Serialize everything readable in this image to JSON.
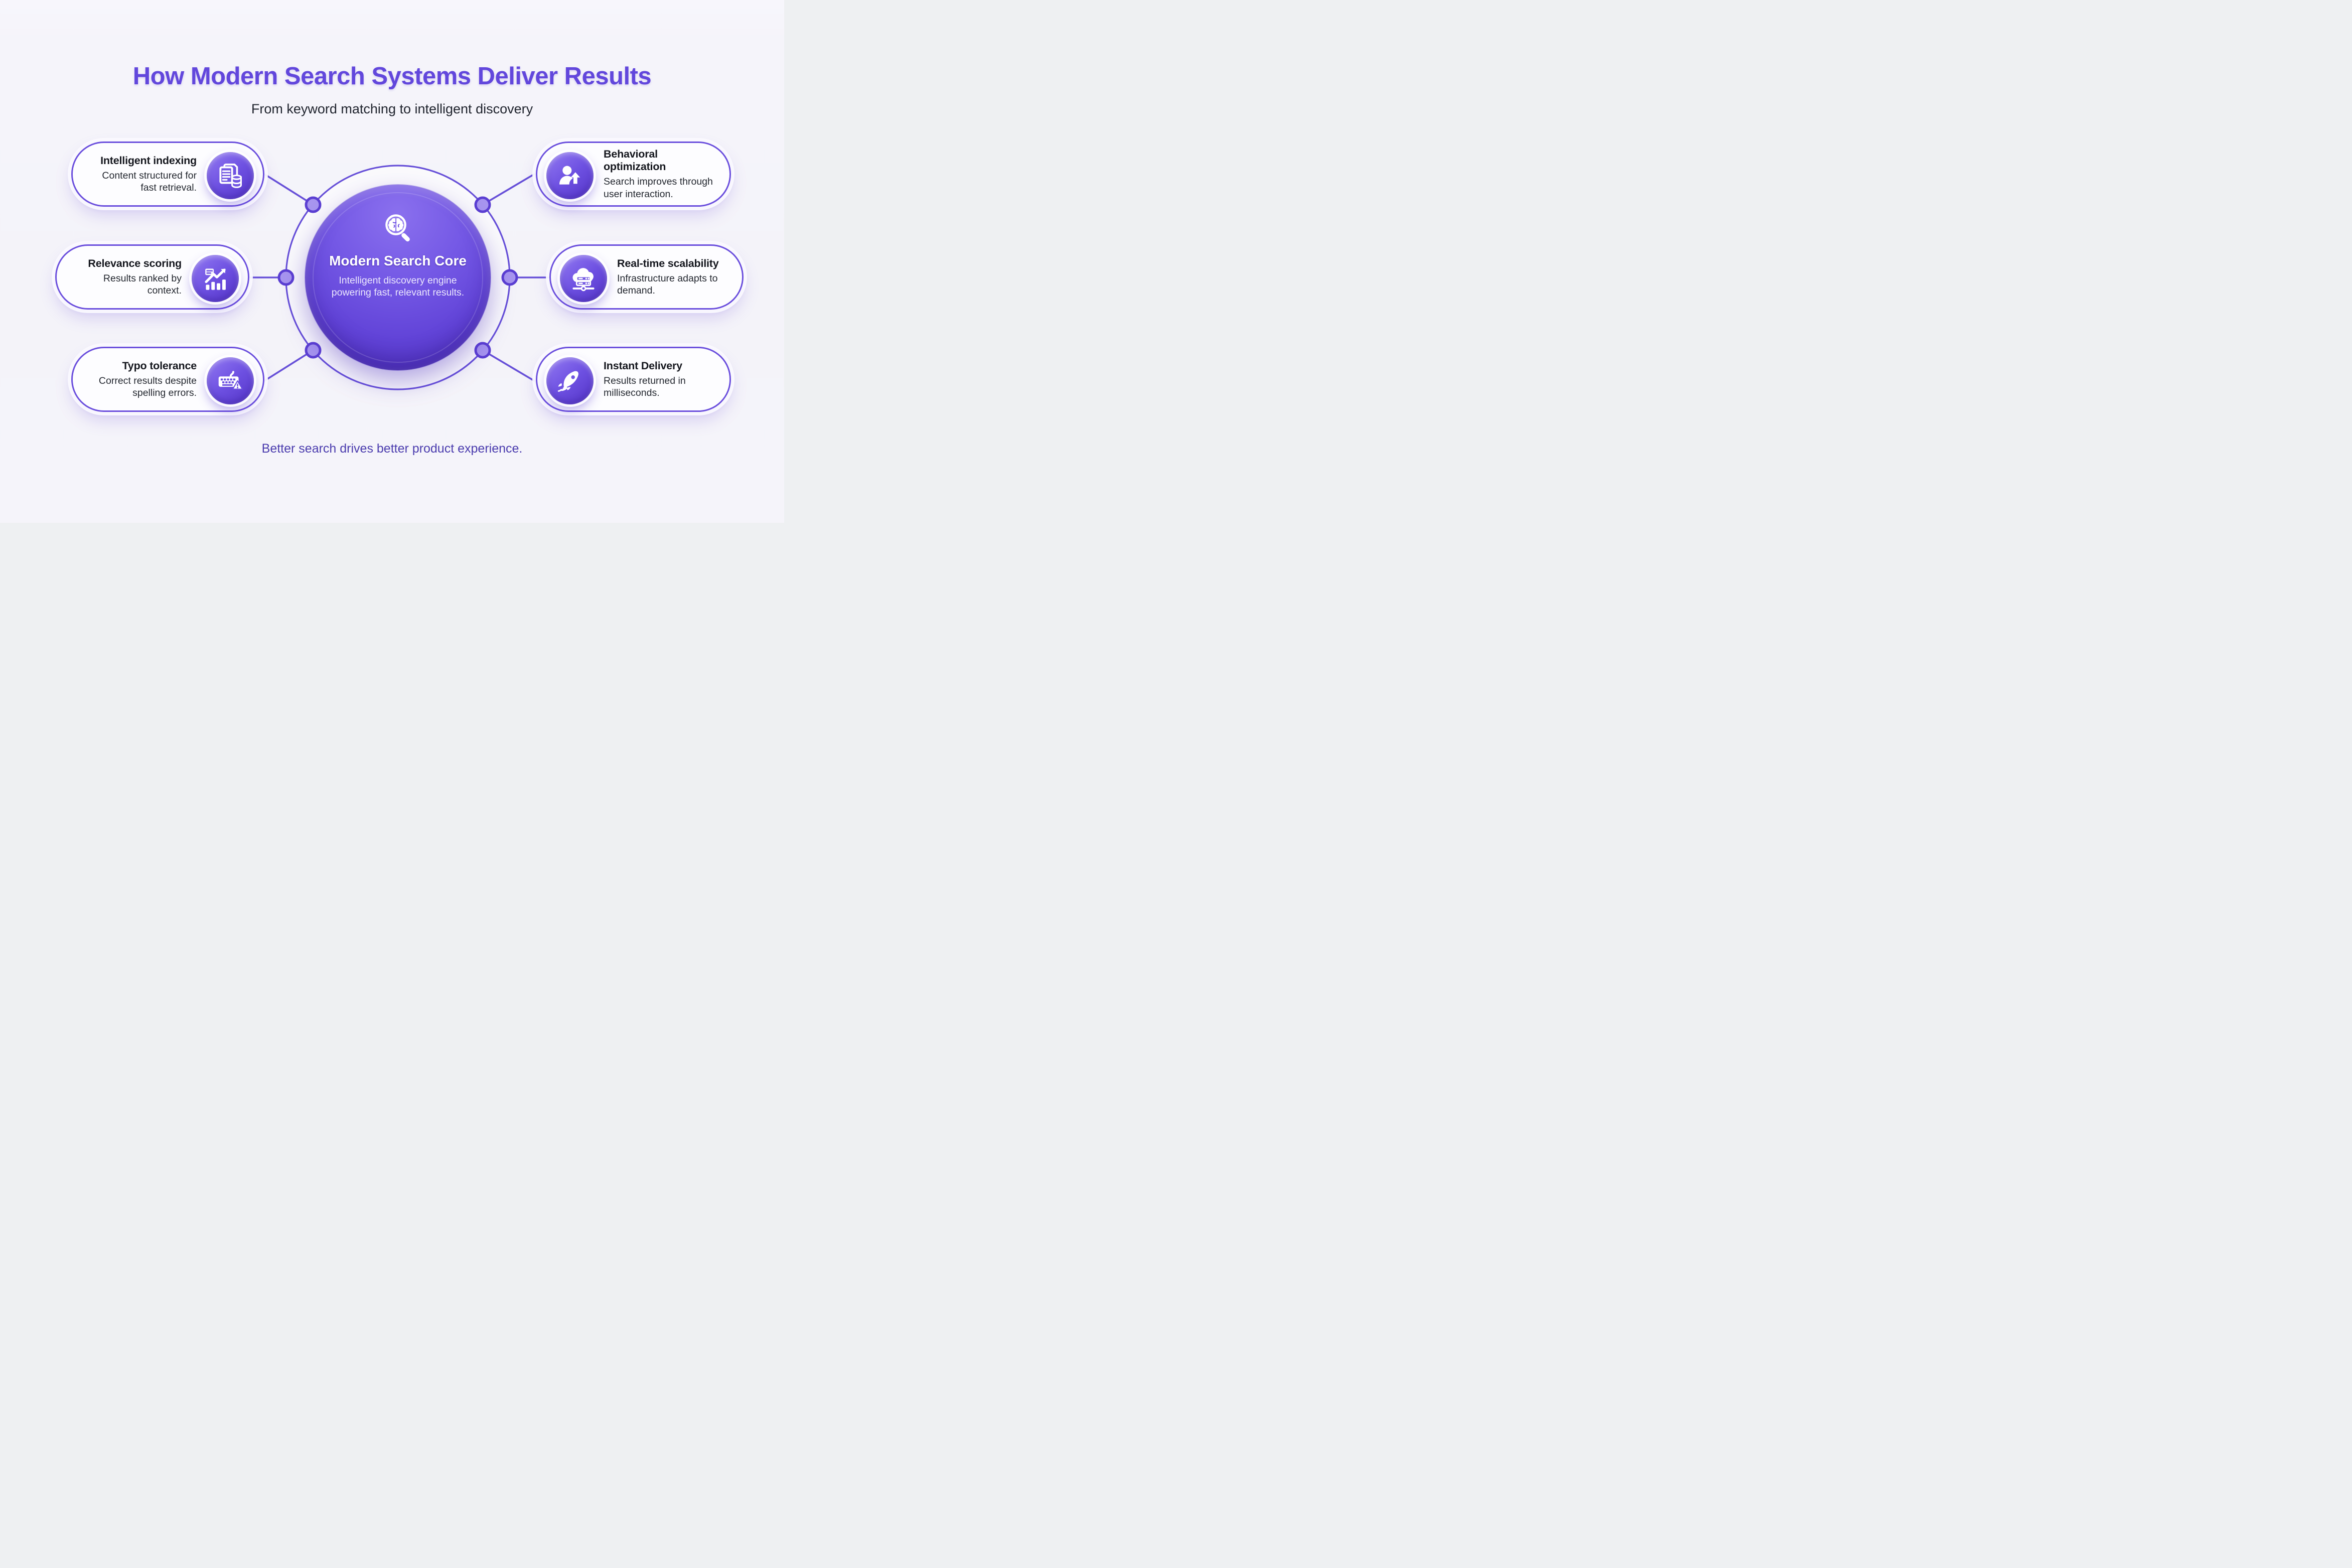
{
  "header": {
    "title": "How Modern Search Systems Deliver Results",
    "subtitle": "From keyword matching to intelligent discovery"
  },
  "core": {
    "title": "Modern Search Core",
    "description": "Intelligent discovery engine powering fast, relevant results.",
    "icon": "brain-search-icon"
  },
  "cards": [
    {
      "title": "Intelligent indexing",
      "description": "Content structured for fast retrieval.",
      "icon": "documents-database-icon",
      "side": "left"
    },
    {
      "title": "Relevance scoring",
      "description": "Results ranked by context.",
      "icon": "chart-growth-icon",
      "side": "left"
    },
    {
      "title": "Typo tolerance",
      "description": "Correct results despite spelling errors.",
      "icon": "keyboard-warning-icon",
      "side": "left"
    },
    {
      "title": "Behavioral optimization",
      "description": "Search improves through user interaction.",
      "icon": "user-growth-icon",
      "side": "right"
    },
    {
      "title": "Real-time scalability",
      "description": "Infrastructure adapts to demand.",
      "icon": "cloud-server-icon",
      "side": "right"
    },
    {
      "title": "Instant Delivery",
      "description": "Results returned in milliseconds.",
      "icon": "rocket-icon",
      "side": "right"
    }
  ],
  "footer": {
    "tagline": "Better search drives better product experience."
  },
  "colors": {
    "title_purple": "#6247dc",
    "accent_purple": "#6b4fdd",
    "line_purple": "#6750d8",
    "node_fill": "#a795ef",
    "node_stroke": "#5b3fd2",
    "core_gradient_top": "#8a70ee",
    "core_gradient_bottom": "#4e31bd",
    "background": "#f4f3f9",
    "card_background": "#fdfdff",
    "tagline_color": "#4b3cae",
    "body_text": "#23272f"
  }
}
